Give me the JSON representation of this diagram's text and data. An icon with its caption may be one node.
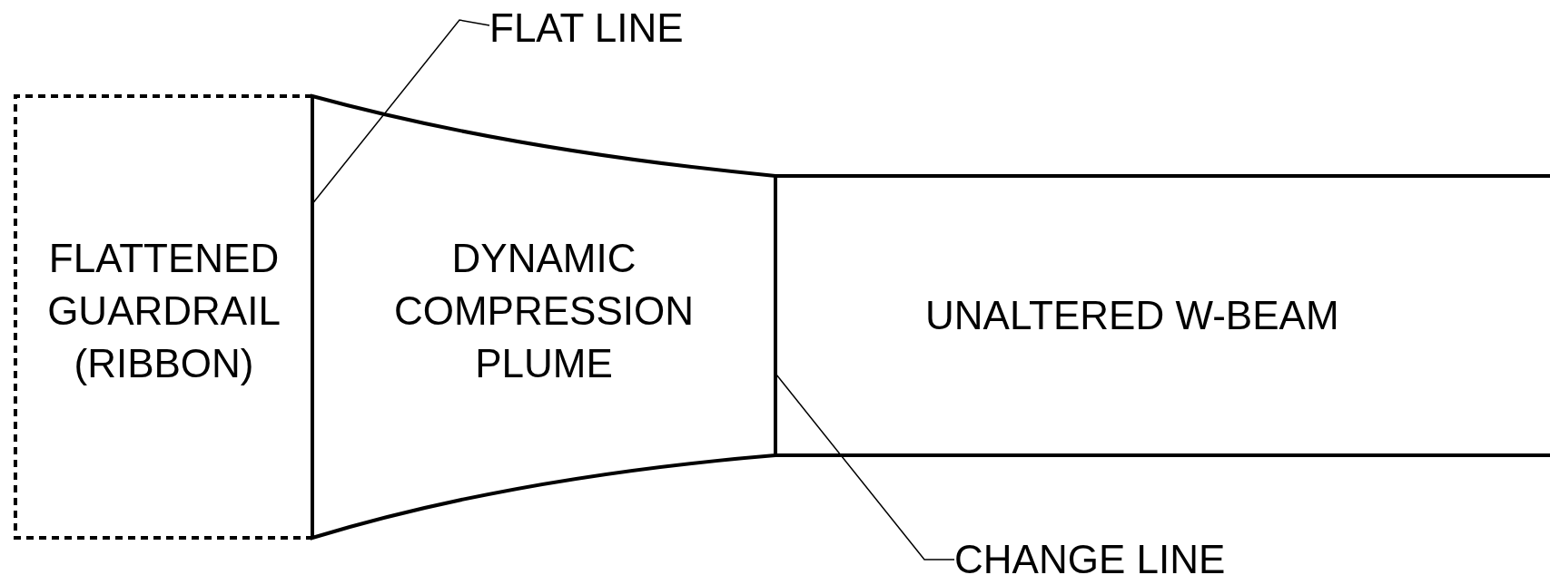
{
  "diagram": {
    "nodes": [
      {
        "text": [
          "FLATTENED GUARDRAIL (RIBBON)"
        ]
      },
      {
        "text": [
          "DYNAMIC COMPRESSION PLUME"
        ]
      },
      {
        "text": [
          "UNALTERED W-BEAM"
        ]
      },
      {
        "text": [
          "FLAT LINE"
        ]
      },
      {
        "text": [
          "CHANGE LINE"
        ]
      }
    ],
    "edges": [
      {
        "from": 3,
        "to": 1,
        "arrow": "none"
      },
      {
        "from": 4,
        "to": 1,
        "arrow": "none"
      }
    ]
  }
}
